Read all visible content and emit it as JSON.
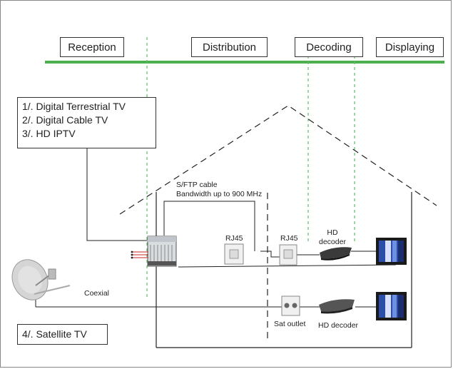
{
  "stages": [
    "Reception",
    "Distribution",
    "Decoding",
    "Displaying"
  ],
  "sources": [
    "1/. Digital Terrestrial TV",
    "2/. Digital Cable TV",
    "3/. HD IPTV"
  ],
  "satellite_label": "4/. Satellite TV",
  "cable_label": [
    "S/FTP cable",
    "Bandwidth up to 900 MHz"
  ],
  "rj45_label": "RJ45",
  "hd_decoder_label": [
    "HD",
    "decoder"
  ],
  "coaxial_label": "Coexial",
  "sat_outlet_label": "Sat outlet",
  "hd_decoder_label_2": "HD decoder",
  "colors": {
    "timeline": "#4caf50",
    "guide": "#66bb6a",
    "line": "#222222"
  }
}
